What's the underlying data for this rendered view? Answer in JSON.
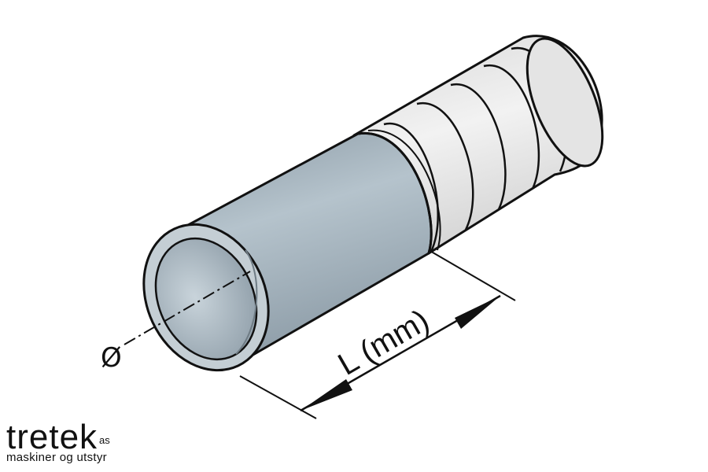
{
  "diagram": {
    "diameter_symbol": "Ø",
    "length_label": "L (mm)"
  },
  "logo": {
    "name": "tretek",
    "suffix": "as",
    "tagline": "maskiner og utstyr"
  },
  "colors": {
    "tube_fill": "#a9b9c3",
    "corrugated_fill": "#e8e8e8",
    "outline": "#111111"
  }
}
